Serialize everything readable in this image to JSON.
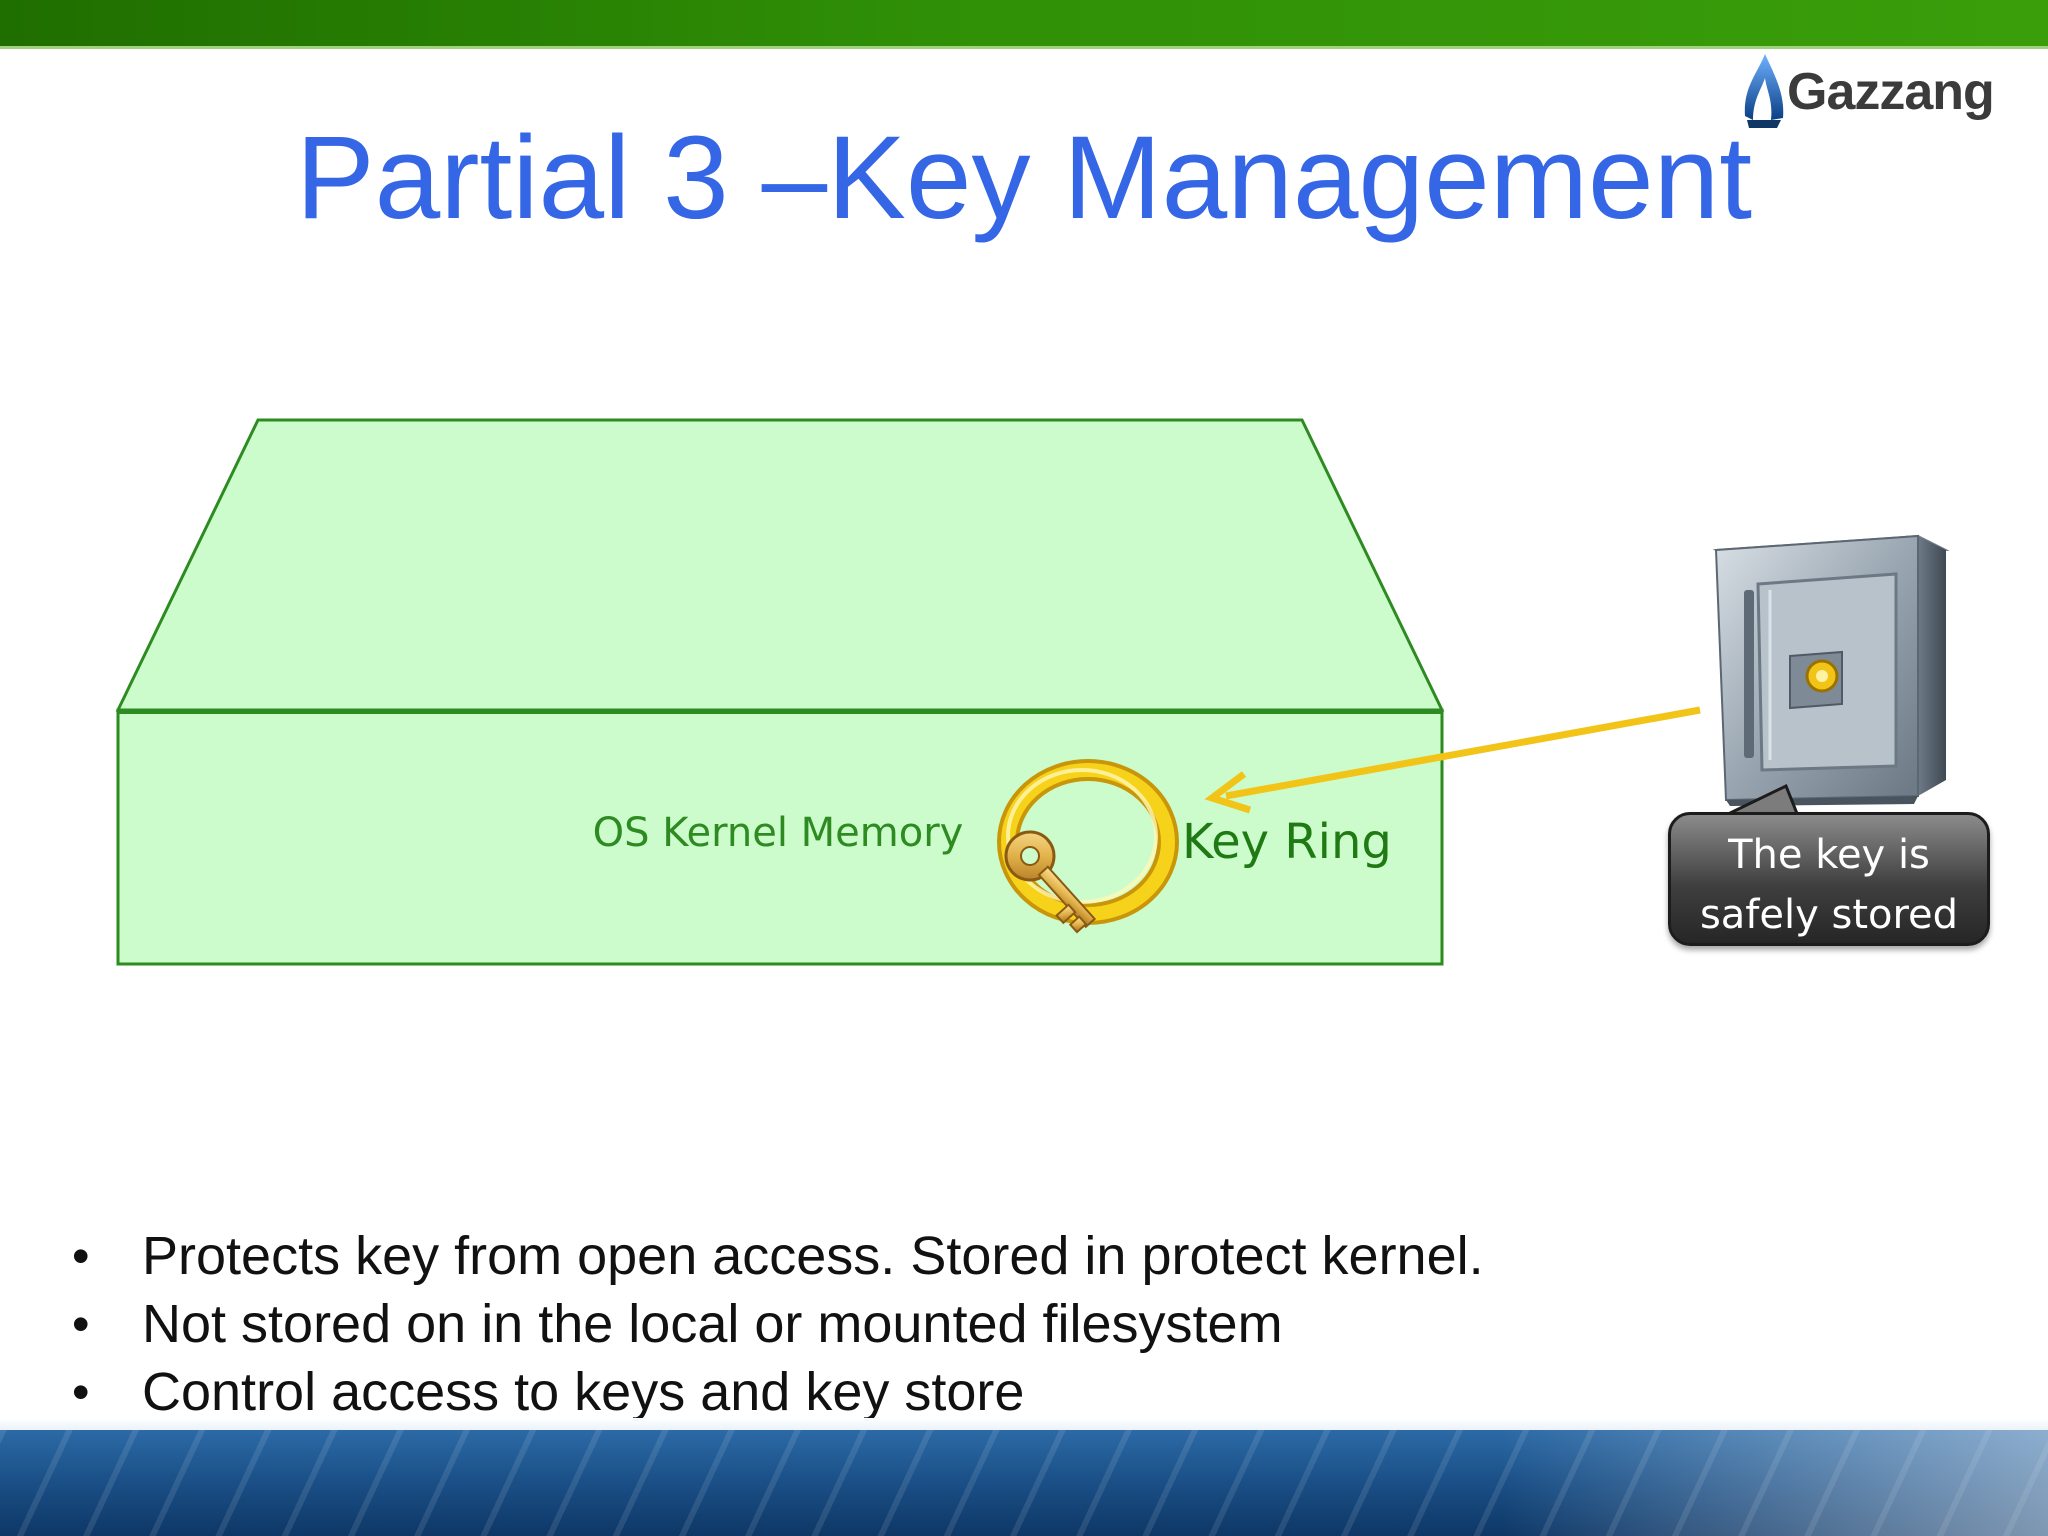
{
  "slide": {
    "title": "Partial 3 –Key Management",
    "logo_text": "Gazzang",
    "icons": {
      "logo_mark": "gazzang-flame-icon",
      "key": "golden-key-icon",
      "ring": "gold-ring-icon",
      "safe": "safe-vault-icon",
      "arrow": "arrow-left-icon"
    },
    "colors": {
      "title": "#3566e6",
      "box_fill": "#ccfccc",
      "box_stroke": "#2e8b22",
      "label_green": "#2e8b22",
      "arrow": "#f2c417",
      "top_band": "#2f8f06",
      "bottom_band": "#1a4f86"
    }
  },
  "diagram": {
    "memory_label": "OS Kernel Memory",
    "ring_label": "Key Ring",
    "callout_line1": "The key is",
    "callout_line2": "safely stored"
  },
  "bullets": [
    "Protects key from open access. Stored in protect kernel.",
    "Not stored on in the local or mounted filesystem",
    "Control access to keys and key store"
  ]
}
